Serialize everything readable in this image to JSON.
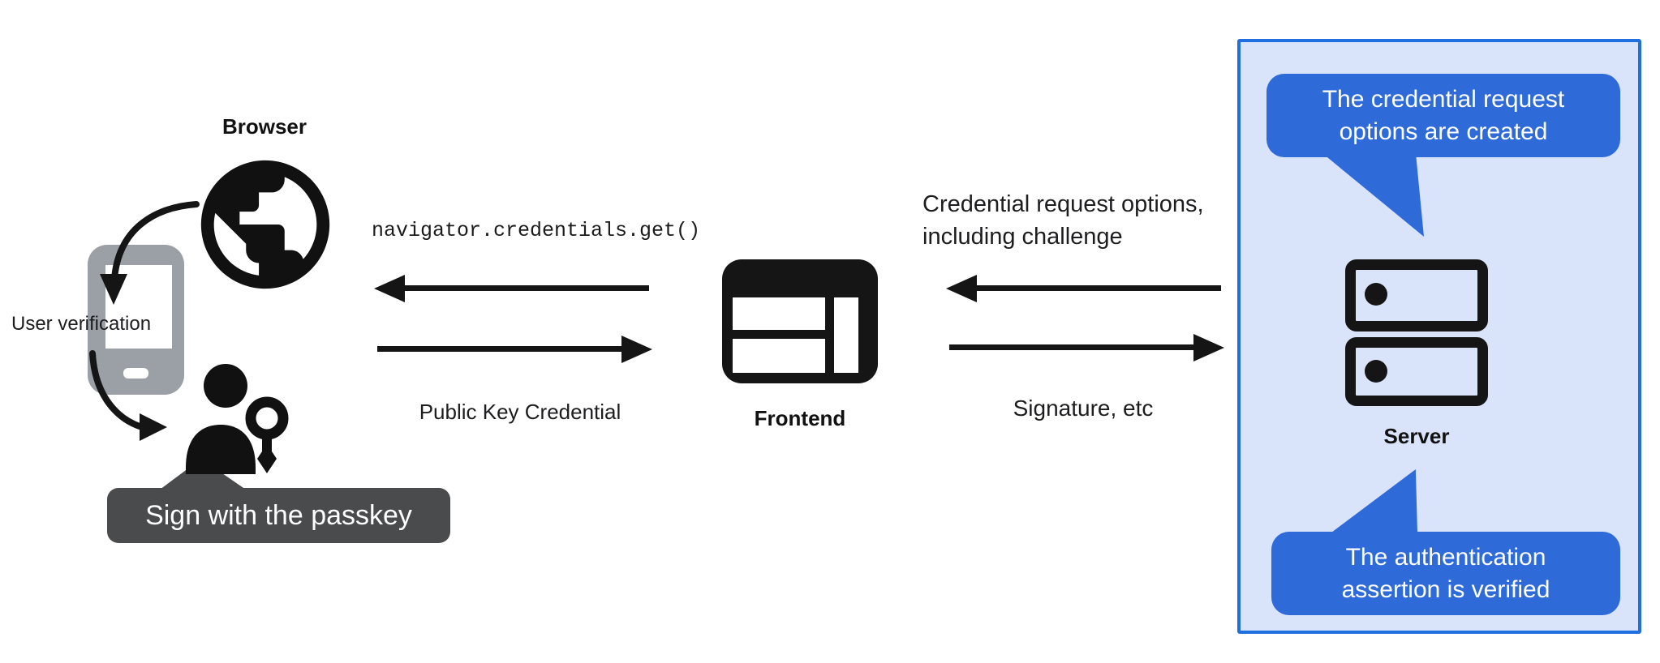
{
  "diagram": {
    "browser": {
      "label": "Browser",
      "user_verification_label": "User verification",
      "passkey_tooltip": "Sign with the passkey"
    },
    "frontend": {
      "label": "Frontend"
    },
    "server": {
      "label": "Server",
      "bubble_top_line1": "The credential request",
      "bubble_top_line2": "options are created",
      "bubble_bottom_line1": "The authentication",
      "bubble_bottom_line2": "assertion is verified"
    },
    "messages": {
      "api_call": "navigator.credentials.get()",
      "public_key_credential": "Public Key Credential",
      "credential_request_line1": "Credential request options,",
      "credential_request_line2": "including challenge",
      "signature": "Signature, etc"
    }
  },
  "colors": {
    "ink": "#151515",
    "bubble_blue": "#2e6bd8",
    "box_border": "#1f6fe0",
    "box_fill": "#d9e4fb",
    "tooltip_gray": "#4a4b4d",
    "phone_gray": "#9aa0a6",
    "text": "#1d1d1f",
    "white": "#ffffff"
  }
}
